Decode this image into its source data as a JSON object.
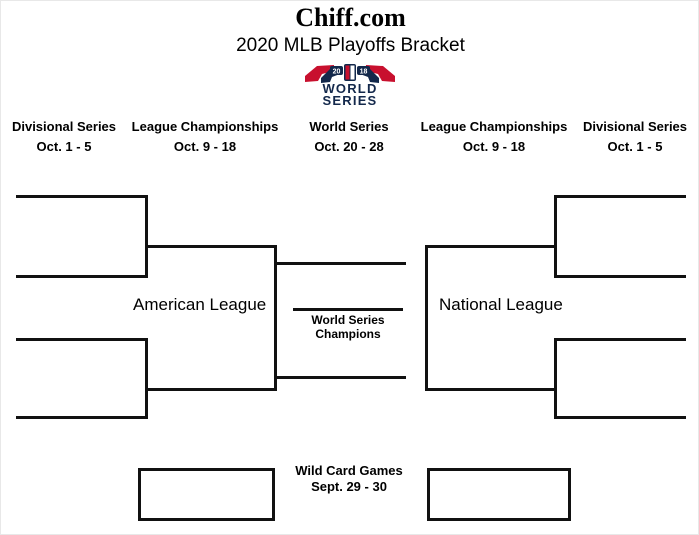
{
  "header": {
    "site_title": "Chiff.com",
    "subtitle": "2020 MLB Playoffs Bracket"
  },
  "logo": {
    "name": "world-series-logo",
    "line1": "WORLD",
    "line2": "SERIES",
    "year_left": "20",
    "year_right": "18",
    "colors": {
      "red": "#c8102e",
      "navy": "#13284b",
      "white": "#ffffff"
    }
  },
  "columns": [
    {
      "name": "Divisional Series",
      "dates": "Oct. 1 - 5"
    },
    {
      "name": "League Championships",
      "dates": "Oct. 9 - 18"
    },
    {
      "name": "World Series",
      "dates": "Oct. 20 - 28"
    },
    {
      "name": "League Championships",
      "dates": "Oct. 9 - 18"
    },
    {
      "name": "Divisional Series",
      "dates": "Oct. 1 - 5"
    }
  ],
  "bracket": {
    "left_league_label": "American League",
    "right_league_label": "National League",
    "center": {
      "line1": "World Series",
      "line2": "Champions"
    },
    "line_color": "#111111"
  },
  "wildcard": {
    "line1": "Wild Card Games",
    "line2": "Sept. 29 - 30"
  }
}
